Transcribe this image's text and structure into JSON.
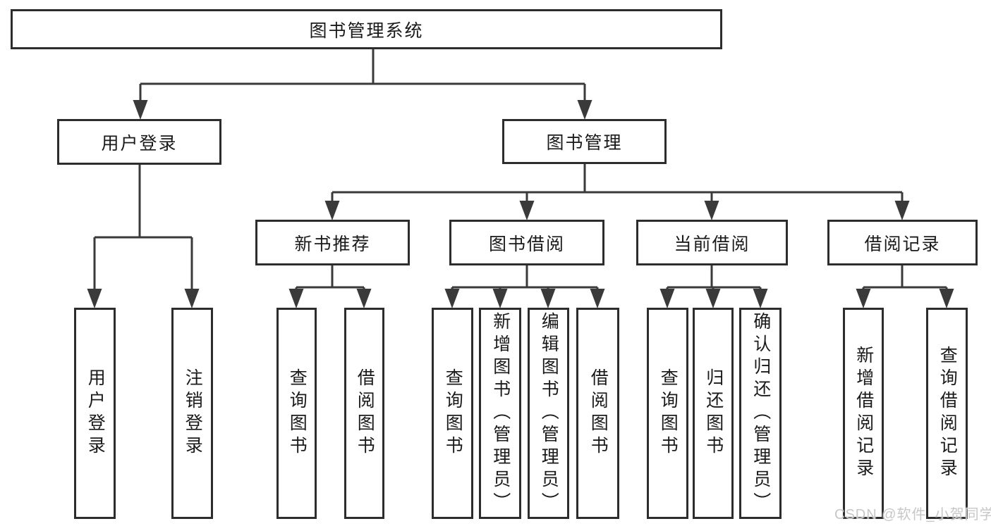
{
  "diagram": {
    "type": "hierarchy-tree",
    "title": "图书管理系统",
    "watermark": "CSDN @软件_小贺同学",
    "colors": {
      "background": "#ffffff",
      "line": "#3a3a3a",
      "box_border": "#2d2d2d",
      "text": "#1a1a1a",
      "watermark_text": "#c7c7c7"
    },
    "root": {
      "label": "图书管理系统"
    },
    "level2": [
      {
        "label": "用户登录",
        "parent": "图书管理系统"
      },
      {
        "label": "图书管理",
        "parent": "图书管理系统"
      }
    ],
    "level3": [
      {
        "label": "新书推荐",
        "parent": "图书管理"
      },
      {
        "label": "图书借阅",
        "parent": "图书管理"
      },
      {
        "label": "当前借阅",
        "parent": "图书管理"
      },
      {
        "label": "借阅记录",
        "parent": "图书管理"
      }
    ],
    "leaves": [
      {
        "label": "用户登录",
        "parent": "用户登录"
      },
      {
        "label": "注销登录",
        "parent": "用户登录"
      },
      {
        "label": "查询图书",
        "parent": "新书推荐"
      },
      {
        "label": "借阅图书",
        "parent": "新书推荐"
      },
      {
        "label": "查询图书",
        "parent": "图书借阅"
      },
      {
        "label": "新增图书（管理员）",
        "parent": "图书借阅"
      },
      {
        "label": "编辑图书（管理员）",
        "parent": "图书借阅"
      },
      {
        "label": "借阅图书",
        "parent": "图书借阅"
      },
      {
        "label": "查询图书",
        "parent": "当前借阅"
      },
      {
        "label": "归还图书",
        "parent": "当前借阅"
      },
      {
        "label": "确认归还（管理员）",
        "parent": "当前借阅"
      },
      {
        "label": "新增借阅记录",
        "parent": "借阅记录"
      },
      {
        "label": "查询借阅记录",
        "parent": "借阅记录"
      }
    ]
  }
}
